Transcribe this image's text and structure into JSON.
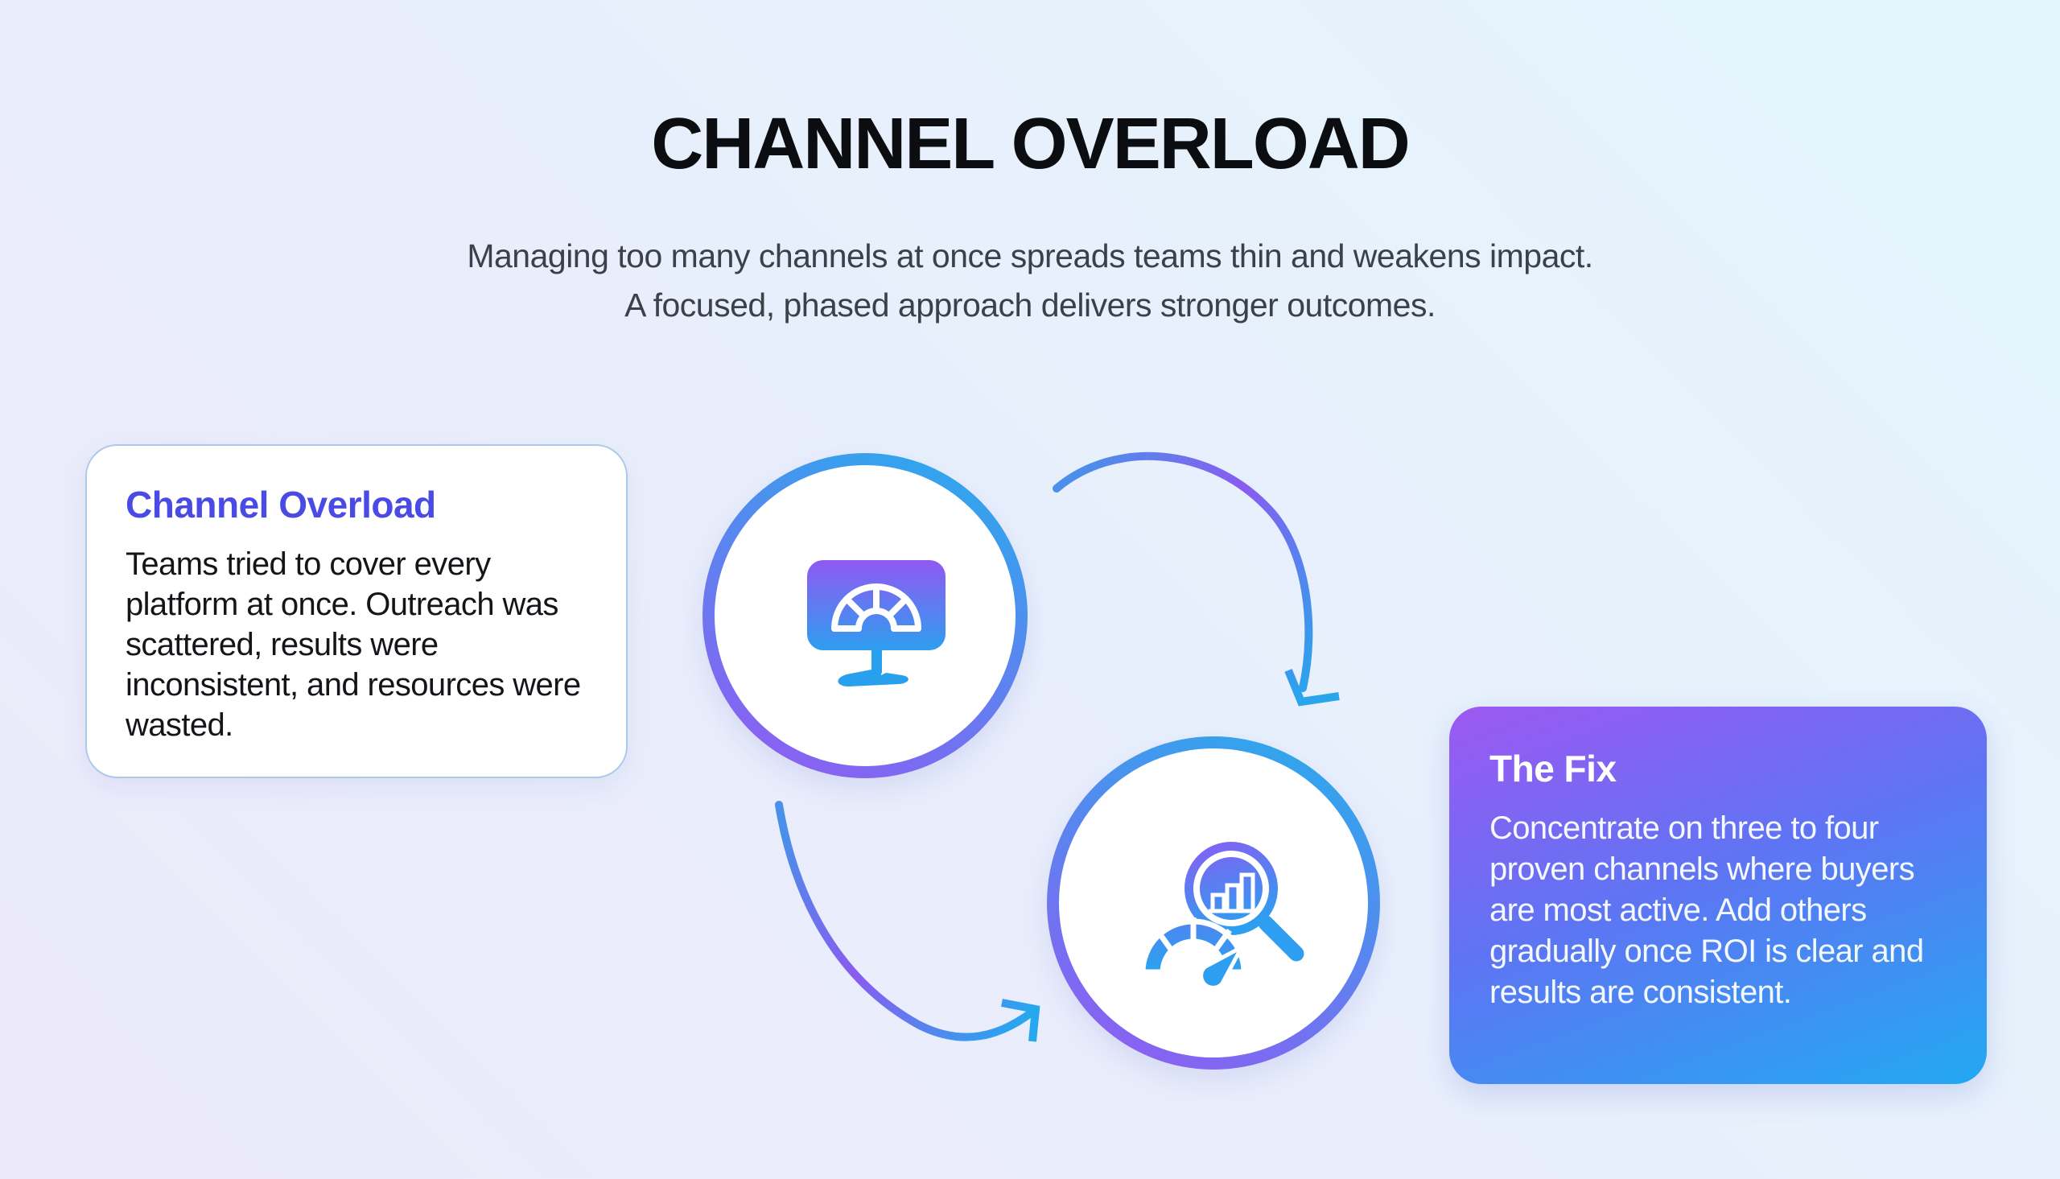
{
  "header": {
    "title": "CHANNEL OVERLOAD",
    "subtitle_lines": [
      "Managing too many channels at once spreads teams thin and weakens impact.",
      "A focused, phased approach delivers stronger outcomes."
    ]
  },
  "problem_card": {
    "title": "Channel Overload",
    "body": "Teams tried to cover every platform at once. Outreach was scattered, results were inconsistent, and resources were wasted."
  },
  "fix_card": {
    "title": "The Fix",
    "body": "Concentrate on three to four proven channels where buyers are most active. Add others gradually once ROI is clear and results are consistent."
  },
  "icons": {
    "step1": "dashboard-monitor-icon",
    "step2": "analytics-magnifier-icon",
    "arrow_top": "curved-arrow-down-icon",
    "arrow_bottom": "curved-arrow-up-icon"
  },
  "colors": {
    "accent_blue": "#2baaec",
    "accent_purple": "#8f5cf3",
    "heading_blue": "#4a4ae5",
    "title_black": "#0c0d10",
    "subtitle_gray": "#3b4049",
    "card_border": "#abc9ea",
    "fix_gradient_start": "#9d58f1",
    "fix_gradient_end": "#22a9f2"
  }
}
